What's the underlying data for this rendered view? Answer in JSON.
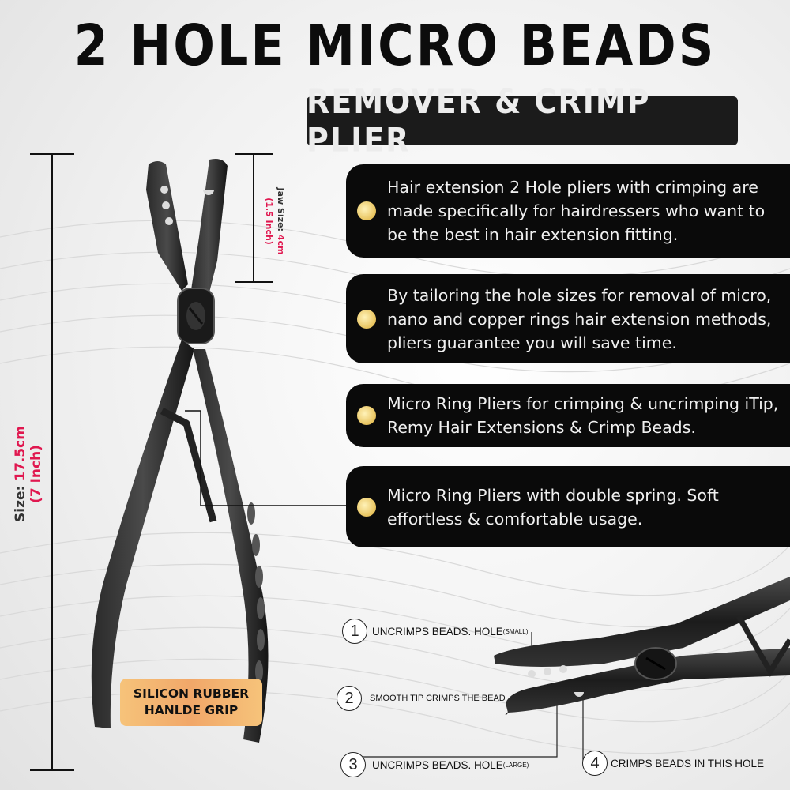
{
  "header": {
    "title": "2 HOLE MICRO BEADS",
    "subtitle": "REMOVER & CRIMP PLIER"
  },
  "features": [
    {
      "text": "Hair extension 2 Hole pliers with crimping are made specifically for hairdressers who want to be the best in hair extension fitting."
    },
    {
      "text": "By tailoring the hole sizes for removal of micro, nano and copper rings hair extension methods, pliers guarantee you will save time."
    },
    {
      "text": "Micro Ring Pliers for crimping & uncrimping iTip, Remy Hair Extensions & Crimp Beads."
    },
    {
      "text": "Micro Ring Pliers with double spring. Soft effortless & comfortable usage."
    }
  ],
  "dimensions": {
    "size_label": "Size:",
    "size_value": "17.5cm",
    "size_inch": "(7 Inch)",
    "jaw_label": "Jaw Size:",
    "jaw_value": "4cm",
    "jaw_inch": "(1.5 Inch)"
  },
  "grip_badge": {
    "line1": "SILICON RUBBER",
    "line2": "HANLDE GRIP"
  },
  "callouts": [
    {
      "number": "1",
      "text": "UNCRIMPS BEADS. HOLE",
      "small": "(SMALL)"
    },
    {
      "number": "2",
      "text": "SMOOTH TIP CRIMPS THE BEAD",
      "small": ""
    },
    {
      "number": "3",
      "text": "UNCRIMPS BEADS. HOLE",
      "small": "(LARGE)"
    },
    {
      "number": "4",
      "text": "CRIMPS BEADS IN THIS HOLE",
      "small": ""
    }
  ],
  "colors": {
    "accent_pink": "#e0174f",
    "feature_bg": "#0a0a0a",
    "bullet_gold": "#e8c35d",
    "grip_orange": "#f1a769"
  }
}
